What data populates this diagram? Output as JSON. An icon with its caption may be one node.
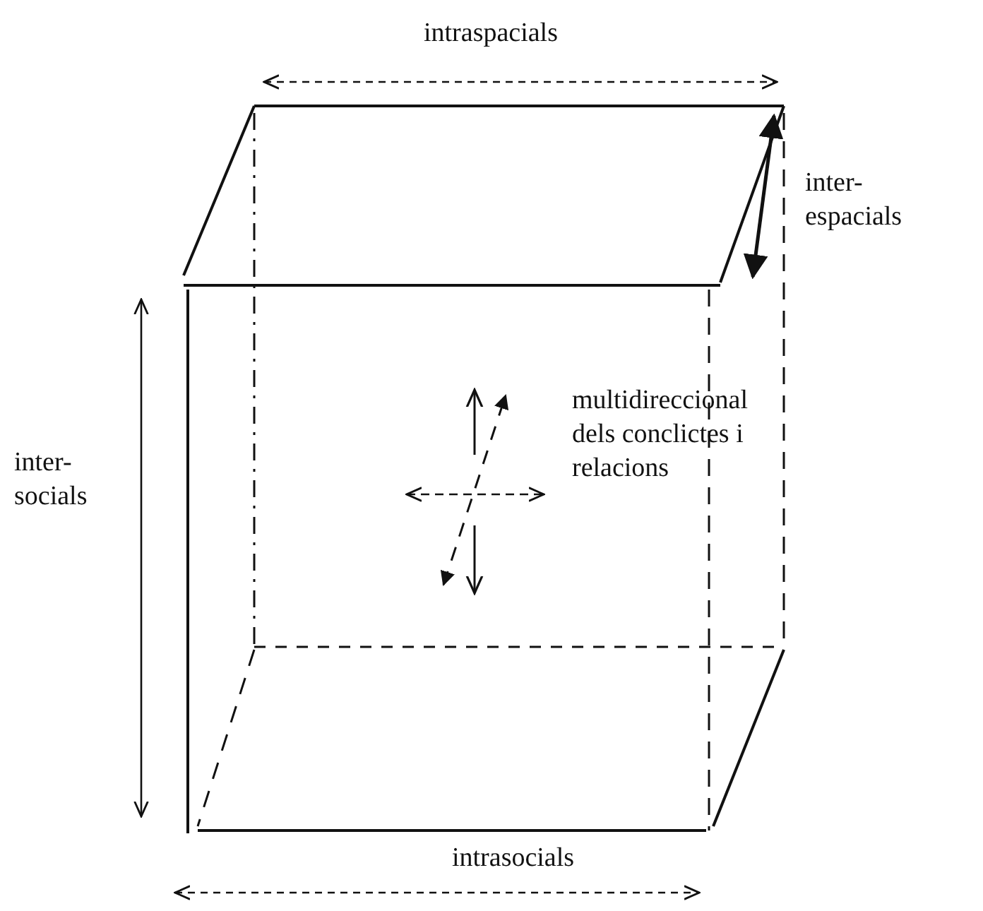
{
  "diagram": {
    "labels": [
      "intraspacials",
      "inter- espacials",
      "inter- socials",
      "multidireccional dels conclictes i relacions",
      "intrasocials"
    ]
  }
}
